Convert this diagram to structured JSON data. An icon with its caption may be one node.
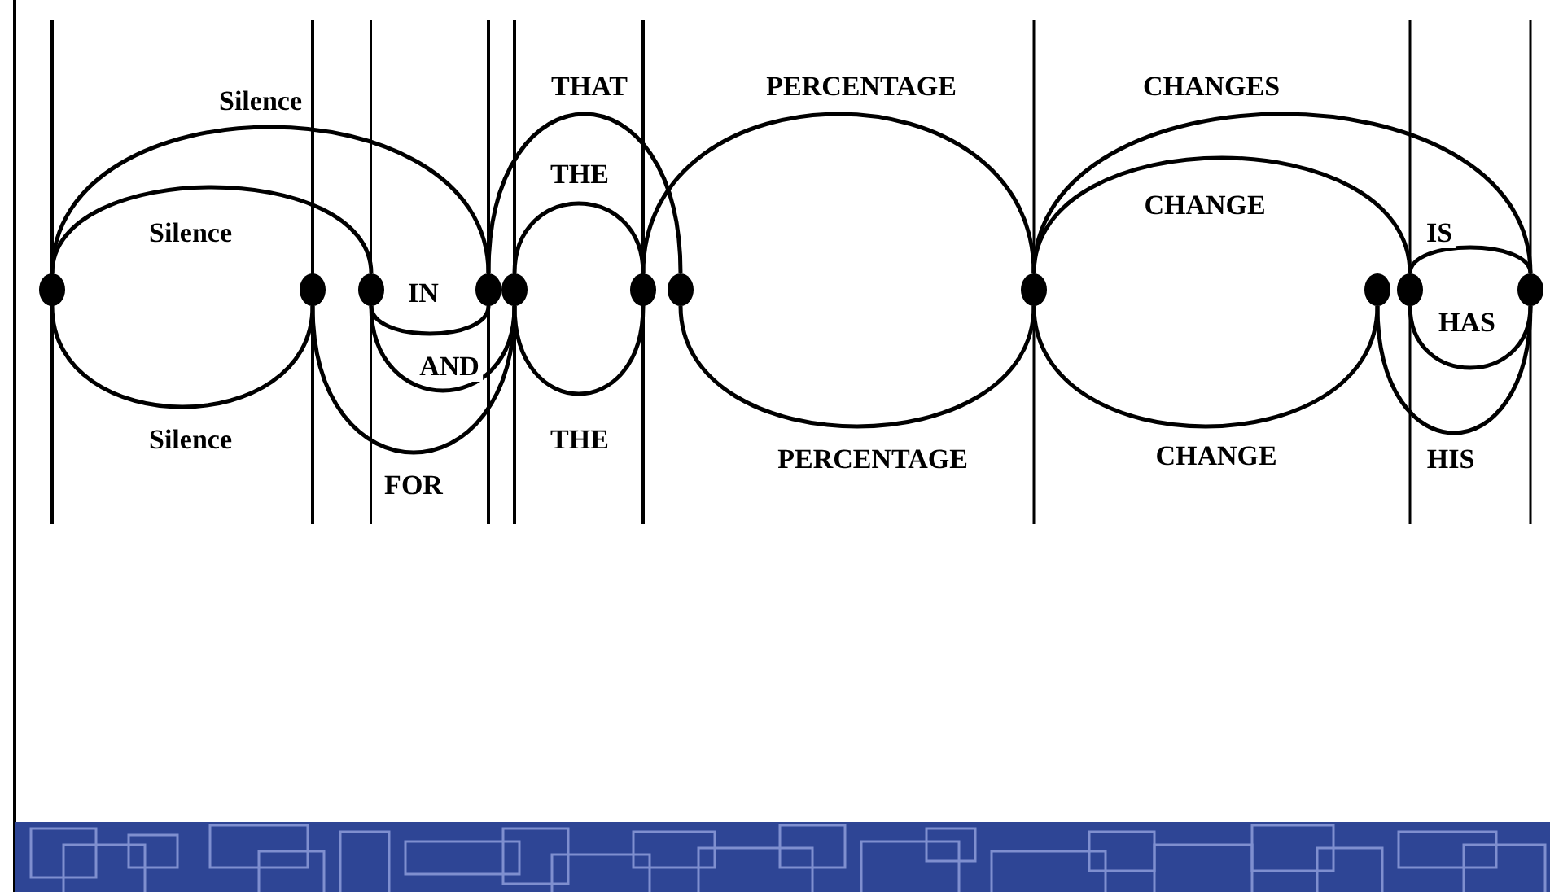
{
  "diagram": {
    "nodes": [
      {
        "text": [],
        "shape": "circle"
      },
      {
        "text": [],
        "shape": "circle"
      },
      {
        "text": [],
        "shape": "circle"
      },
      {
        "text": [],
        "shape": "circle"
      },
      {
        "text": [],
        "shape": "circle"
      },
      {
        "text": [],
        "shape": "circle"
      },
      {
        "text": [],
        "shape": "circle"
      },
      {
        "text": [],
        "shape": "circle"
      },
      {
        "text": [],
        "shape": "circle"
      },
      {
        "text": [],
        "shape": "circle"
      },
      {
        "text": [],
        "shape": "circle"
      }
    ],
    "edges": [
      {
        "from": 0,
        "to": 3,
        "arrow": "none",
        "label": "Silence"
      },
      {
        "from": 0,
        "to": 2,
        "arrow": "none",
        "label": "Silence"
      },
      {
        "from": 0,
        "to": 1,
        "arrow": "none",
        "label": "Silence"
      },
      {
        "from": 2,
        "to": 3,
        "arrow": "none",
        "label": "IN"
      },
      {
        "from": 2,
        "to": 4,
        "arrow": "none",
        "label": "AND"
      },
      {
        "from": 1,
        "to": 4,
        "arrow": "none",
        "label": "FOR"
      },
      {
        "from": 3,
        "to": 6,
        "arrow": "none",
        "label": "THAT"
      },
      {
        "from": 4,
        "to": 5,
        "arrow": "none",
        "label": "THE"
      },
      {
        "from": 4,
        "to": 5,
        "arrow": "none",
        "label": "THE"
      },
      {
        "from": 5,
        "to": 7,
        "arrow": "none",
        "label": "PERCENTAGE"
      },
      {
        "from": 6,
        "to": 7,
        "arrow": "none",
        "label": "PERCENTAGE"
      },
      {
        "from": 7,
        "to": 10,
        "arrow": "none",
        "label": "CHANGES"
      },
      {
        "from": 7,
        "to": 9,
        "arrow": "none",
        "label": "CHANGE"
      },
      {
        "from": 7,
        "to": 8,
        "arrow": "none",
        "label": "CHANGE"
      },
      {
        "from": 9,
        "to": 10,
        "arrow": "none",
        "label": "IS"
      },
      {
        "from": 9,
        "to": 10,
        "arrow": "none",
        "label": "HAS"
      },
      {
        "from": 8,
        "to": 10,
        "arrow": "none",
        "label": "HIS"
      }
    ]
  }
}
